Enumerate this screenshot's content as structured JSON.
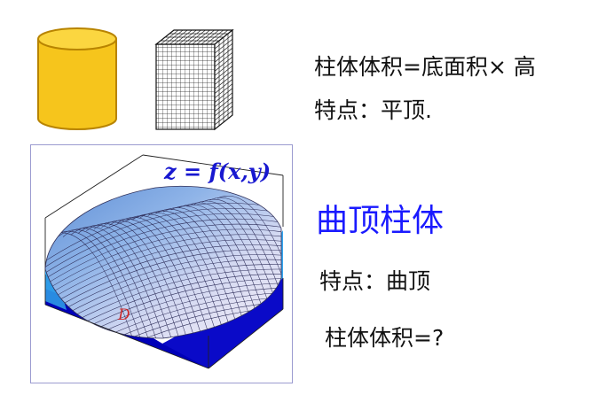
{
  "top": {
    "formula_line": "柱体体积=底面积× 高",
    "feature_line": "特点：平顶."
  },
  "surface_figure": {
    "equation": "z = f(x,y)",
    "region_label": "D"
  },
  "bottom": {
    "title": "曲顶柱体",
    "feature_line": "特点：曲顶",
    "volume_line": "柱体体积=?"
  },
  "colors": {
    "cylinder_fill": "#f6c51c",
    "cylinder_stroke": "#c98f00",
    "title_blue": "#1a1aff",
    "base_blue": "#0a0ac8",
    "side_cyan": "#33a6f0",
    "equation_blue": "#1818d0",
    "region_label_red": "#cc2a2a"
  }
}
